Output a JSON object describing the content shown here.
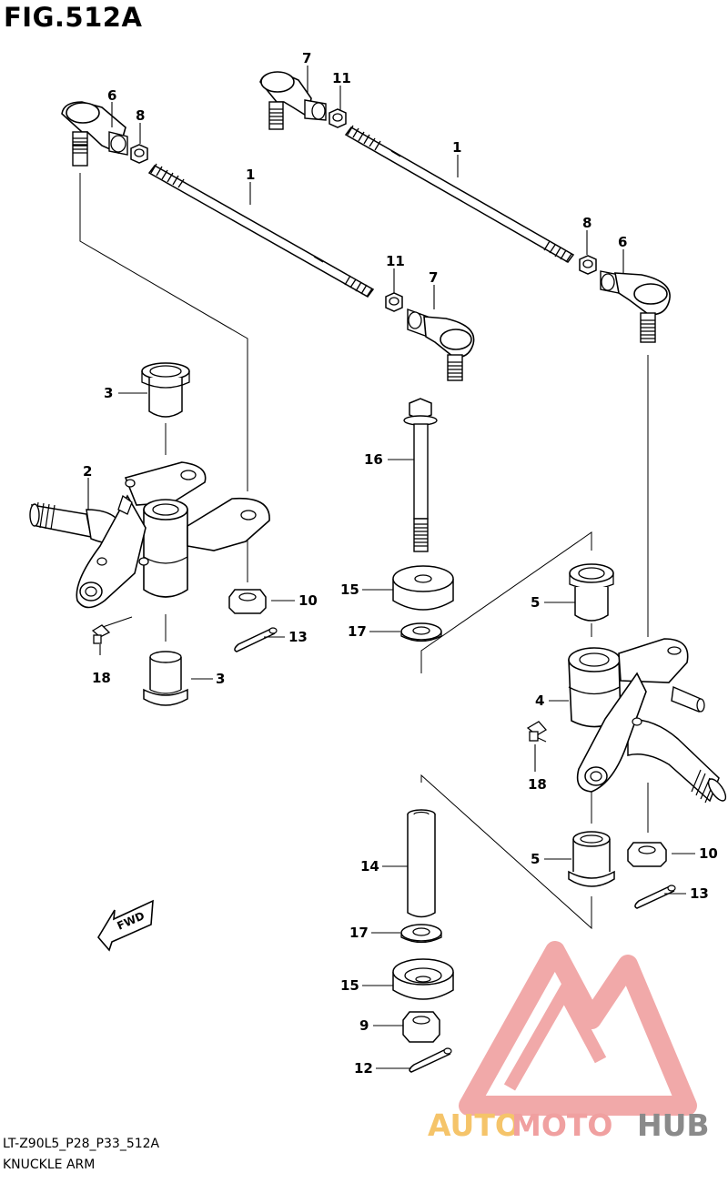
{
  "figure": {
    "title": "FIG.512A",
    "code": "LT-Z90L5_P28_P33_512A",
    "name": "KNUCKLE ARM"
  },
  "fwd_badge": "FWD",
  "watermark": {
    "part1": "AUTO",
    "part2": "MOTO",
    "part3": "HUB",
    "color_primary": "#f0a0a0",
    "color_accent": "#f5c46a",
    "color_dark": "#8a8a8a"
  },
  "callouts": [
    {
      "id": "c6a",
      "label": "6"
    },
    {
      "id": "c8a",
      "label": "8"
    },
    {
      "id": "c1a",
      "label": "1"
    },
    {
      "id": "c11a",
      "label": "11"
    },
    {
      "id": "c7a",
      "label": "7"
    },
    {
      "id": "c7b",
      "label": "7"
    },
    {
      "id": "c11b",
      "label": "11"
    },
    {
      "id": "c1b",
      "label": "1"
    },
    {
      "id": "c8b",
      "label": "8"
    },
    {
      "id": "c6b",
      "label": "6"
    },
    {
      "id": "c3a",
      "label": "3"
    },
    {
      "id": "c2",
      "label": "2"
    },
    {
      "id": "c10a",
      "label": "10"
    },
    {
      "id": "c13a",
      "label": "13"
    },
    {
      "id": "c18a",
      "label": "18"
    },
    {
      "id": "c3b",
      "label": "3"
    },
    {
      "id": "c16",
      "label": "16"
    },
    {
      "id": "c15a",
      "label": "15"
    },
    {
      "id": "c17a",
      "label": "17"
    },
    {
      "id": "c5a",
      "label": "5"
    },
    {
      "id": "c4",
      "label": "4"
    },
    {
      "id": "c18b",
      "label": "18"
    },
    {
      "id": "c14",
      "label": "14"
    },
    {
      "id": "c5b",
      "label": "5"
    },
    {
      "id": "c10b",
      "label": "10"
    },
    {
      "id": "c13b",
      "label": "13"
    },
    {
      "id": "c17b",
      "label": "17"
    },
    {
      "id": "c15b",
      "label": "15"
    },
    {
      "id": "c9",
      "label": "9"
    },
    {
      "id": "c12",
      "label": "12"
    }
  ]
}
